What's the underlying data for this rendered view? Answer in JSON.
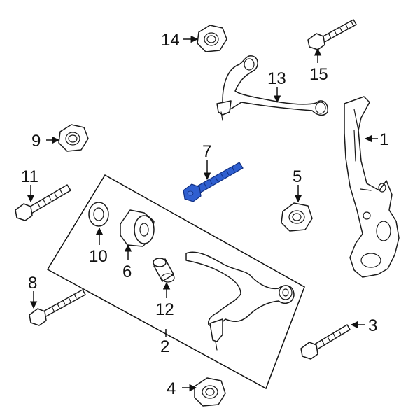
{
  "diagram": {
    "highlight_color": "#2f5fd0",
    "highlighted_part": "7",
    "callouts": {
      "c1": "1",
      "c2": "2",
      "c3": "3",
      "c4": "4",
      "c5": "5",
      "c6": "6",
      "c7": "7",
      "c8": "8",
      "c9": "9",
      "c10": "10",
      "c11": "11",
      "c12": "12",
      "c13": "13",
      "c14": "14",
      "c15": "15"
    }
  }
}
